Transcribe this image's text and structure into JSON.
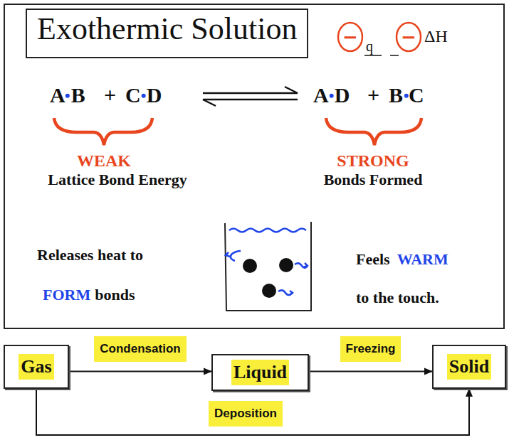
{
  "diagram": {
    "nodes": [
      {
        "text": [
          "Exothermic Solution"
        ]
      },
      {
        "text": [
          "Gas"
        ]
      },
      {
        "text": [
          "Liquid"
        ]
      },
      {
        "text": [
          "Solid"
        ]
      }
    ],
    "edges": [
      {
        "from": 1,
        "to": 2,
        "arrow": "to",
        "label": "Condensation"
      },
      {
        "from": 2,
        "to": 3,
        "arrow": "to",
        "label": "Freezing"
      },
      {
        "from": 1,
        "to": 3,
        "arrow": "to",
        "label": "Deposition"
      }
    ],
    "labels": [
      "−",
      "q",
      "−",
      "ΔH",
      "AB",
      "+",
      "CD",
      "AD",
      "+",
      "BC",
      "WEAK",
      "Lattice Bond Energy",
      "STRONG",
      "Bonds Formed",
      "Releases heat to",
      "FORM",
      "bonds",
      "Feels",
      "WARM",
      "to the touch."
    ]
  }
}
